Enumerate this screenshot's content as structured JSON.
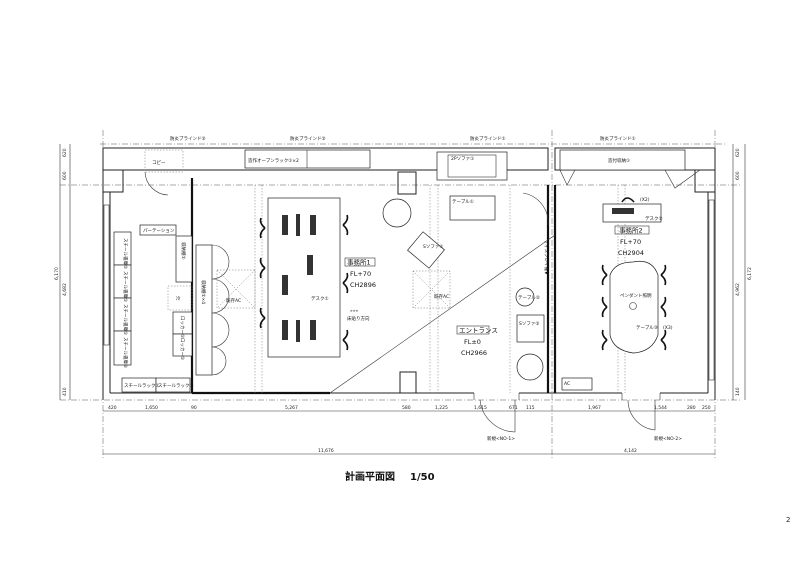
{
  "drawing": {
    "title": "計画平面図",
    "scale": "1/50",
    "page_number": "2"
  },
  "labels": {
    "blind_2a": "防炎ブラインド②",
    "blind_2b": "防炎ブラインド②",
    "blind_2c": "防炎ブラインド②",
    "blind_1": "防炎ブラインド①",
    "copy": "コピー",
    "open_rack": "造作オープンラック①×2",
    "sofa_2p": "2Pソファ①",
    "table_1": "テーブル①",
    "partition": "パーテーション",
    "steel_cabinet_1": "スチール書庫①",
    "steel_cabinet_2": "スチール書庫①",
    "steel_cabinet_3": "スチール書庫①",
    "steel_cabinet_4": "スチール書庫①",
    "steel_rack_1": "スチールラック①",
    "steel_rack_2": "スチールラック①",
    "fridge": "冷",
    "locker_1": "ロッカー①",
    "locker_2": "ロッカー①",
    "storage_1": "収納棚①",
    "storage_2": "収納棚①×4",
    "existing_ac_1": "既存AC",
    "existing_ac_2": "既存AC",
    "desk_1": "デスク①",
    "floor_direction": "床貼り方向",
    "sofa_s1": "Sソファ①",
    "table_2": "テーブル②",
    "sofa_s2": "Sソファ②",
    "display_shelf": "ディスプレイ棚▼",
    "built_in_storage": "造付収納①",
    "desk_2": "デスク②",
    "chair_x2": "(X2)",
    "pendant_light": "ペンダント照明",
    "table_3": "テーブル③",
    "chair_x3": "(X3)",
    "ac": "AC",
    "new_door_1": "新規<NO-1>",
    "new_door_2": "新規<NO-2>"
  },
  "rooms": {
    "office1": {
      "name": "事務所1",
      "fl": "FL+70",
      "ch": "CH2896"
    },
    "entrance": {
      "name": "エントランス",
      "fl": "FL±0",
      "ch": "CH2966"
    },
    "office2": {
      "name": "事務所2",
      "fl": "FL+70",
      "ch": "CH2904"
    }
  },
  "dimensions": {
    "bottom": [
      "420",
      "1,650",
      "90",
      "5,267",
      "580",
      "1,225",
      "1,615",
      "671",
      "115",
      "1,967",
      "1,544",
      "280",
      "250"
    ],
    "overall": [
      "11,676",
      "4,142"
    ],
    "left": [
      "620",
      "600",
      "4,682",
      "410"
    ],
    "left_total": "6,170",
    "right": [
      "620",
      "600",
      "4,962",
      "140"
    ],
    "right_total": "6,172"
  }
}
